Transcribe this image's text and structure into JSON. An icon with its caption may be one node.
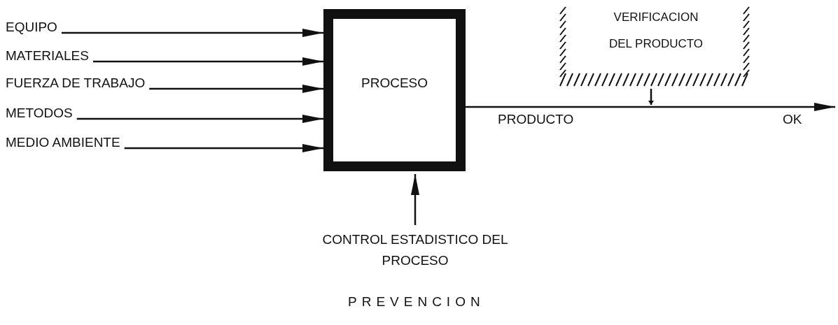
{
  "diagram": {
    "nodes": [
      {
        "text": [
          "EQUIPO"
        ]
      },
      {
        "text": [
          "MATERIALES"
        ]
      },
      {
        "text": [
          "FUERZA DE TRABAJO"
        ]
      },
      {
        "text": [
          "METODOS"
        ]
      },
      {
        "text": [
          "MEDIO AMBIENTE"
        ]
      },
      {
        "text": [
          "PROCESO"
        ]
      },
      {
        "text": [
          "VERIFICACION DEL PRODUCTO"
        ]
      },
      {
        "text": [
          "CONTROL ESTADISTICO DEL PROCESO"
        ]
      }
    ],
    "edges": [
      {
        "from": 0,
        "to": 5,
        "arrow": "to"
      },
      {
        "from": 1,
        "to": 5,
        "arrow": "to"
      },
      {
        "from": 2,
        "to": 5,
        "arrow": "to"
      },
      {
        "from": 3,
        "to": 5,
        "arrow": "to"
      },
      {
        "from": 4,
        "to": 5,
        "arrow": "to"
      },
      {
        "from": 7,
        "to": 5,
        "arrow": "to"
      },
      {
        "from": 5,
        "to": null,
        "arrow": "to",
        "label": "PRODUCTO"
      },
      {
        "from": 6,
        "to": null,
        "arrow": "to"
      }
    ],
    "labels": [
      "OK",
      "PREVENCION"
    ]
  }
}
